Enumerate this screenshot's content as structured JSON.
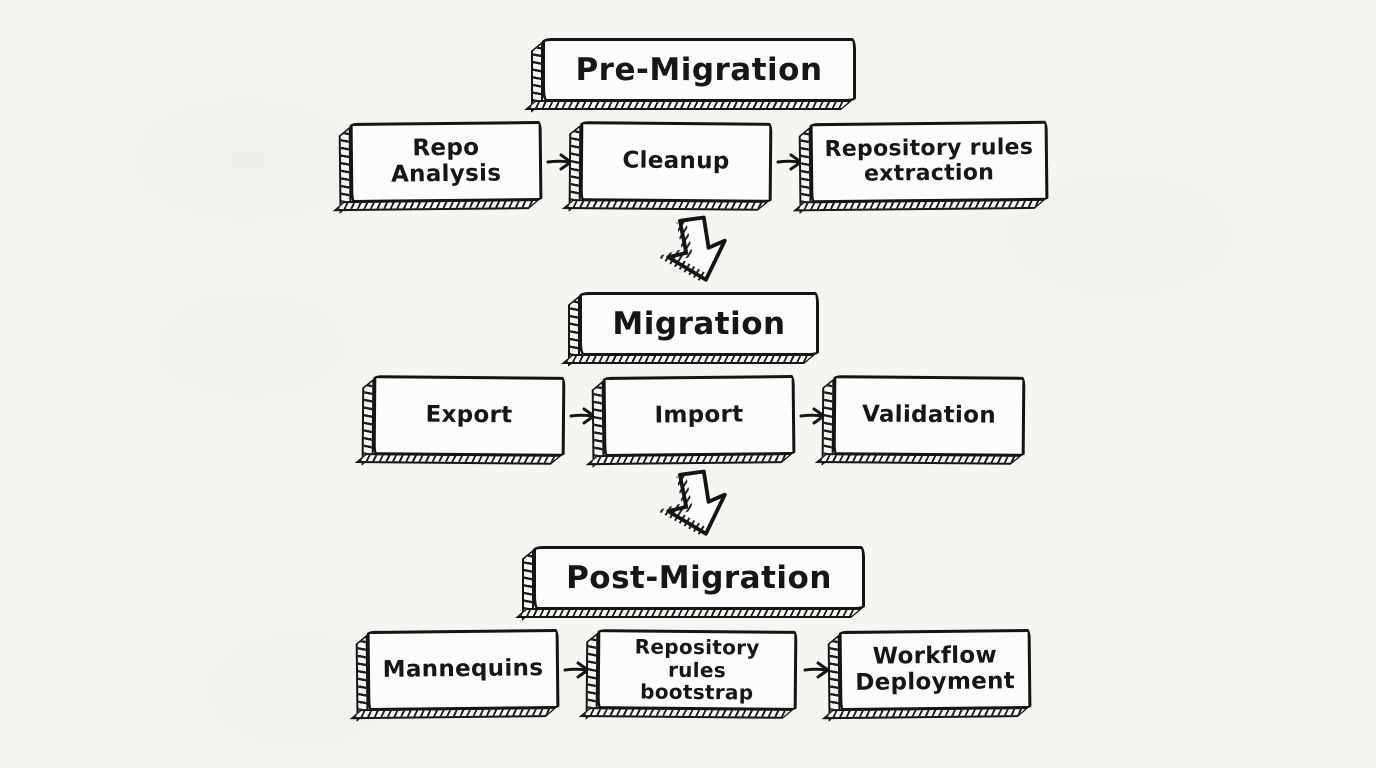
{
  "diagram": {
    "phases": [
      {
        "title": "Pre-Migration",
        "steps": [
          "Repo Analysis",
          "Cleanup",
          "Repository rules extraction"
        ]
      },
      {
        "title": "Migration",
        "steps": [
          "Export",
          "Import",
          "Validation"
        ]
      },
      {
        "title": "Post-Migration",
        "steps": [
          "Mannequins",
          "Repository rules bootstrap",
          "Workflow Deployment"
        ]
      }
    ],
    "connectors": {
      "step_arrow_icon": "right-arrow",
      "phase_arrow_icon": "down-block-arrow"
    },
    "colors": {
      "ink": "#161616",
      "paper": "#f6f5f2",
      "box_fill": "#fcfcfa"
    }
  }
}
